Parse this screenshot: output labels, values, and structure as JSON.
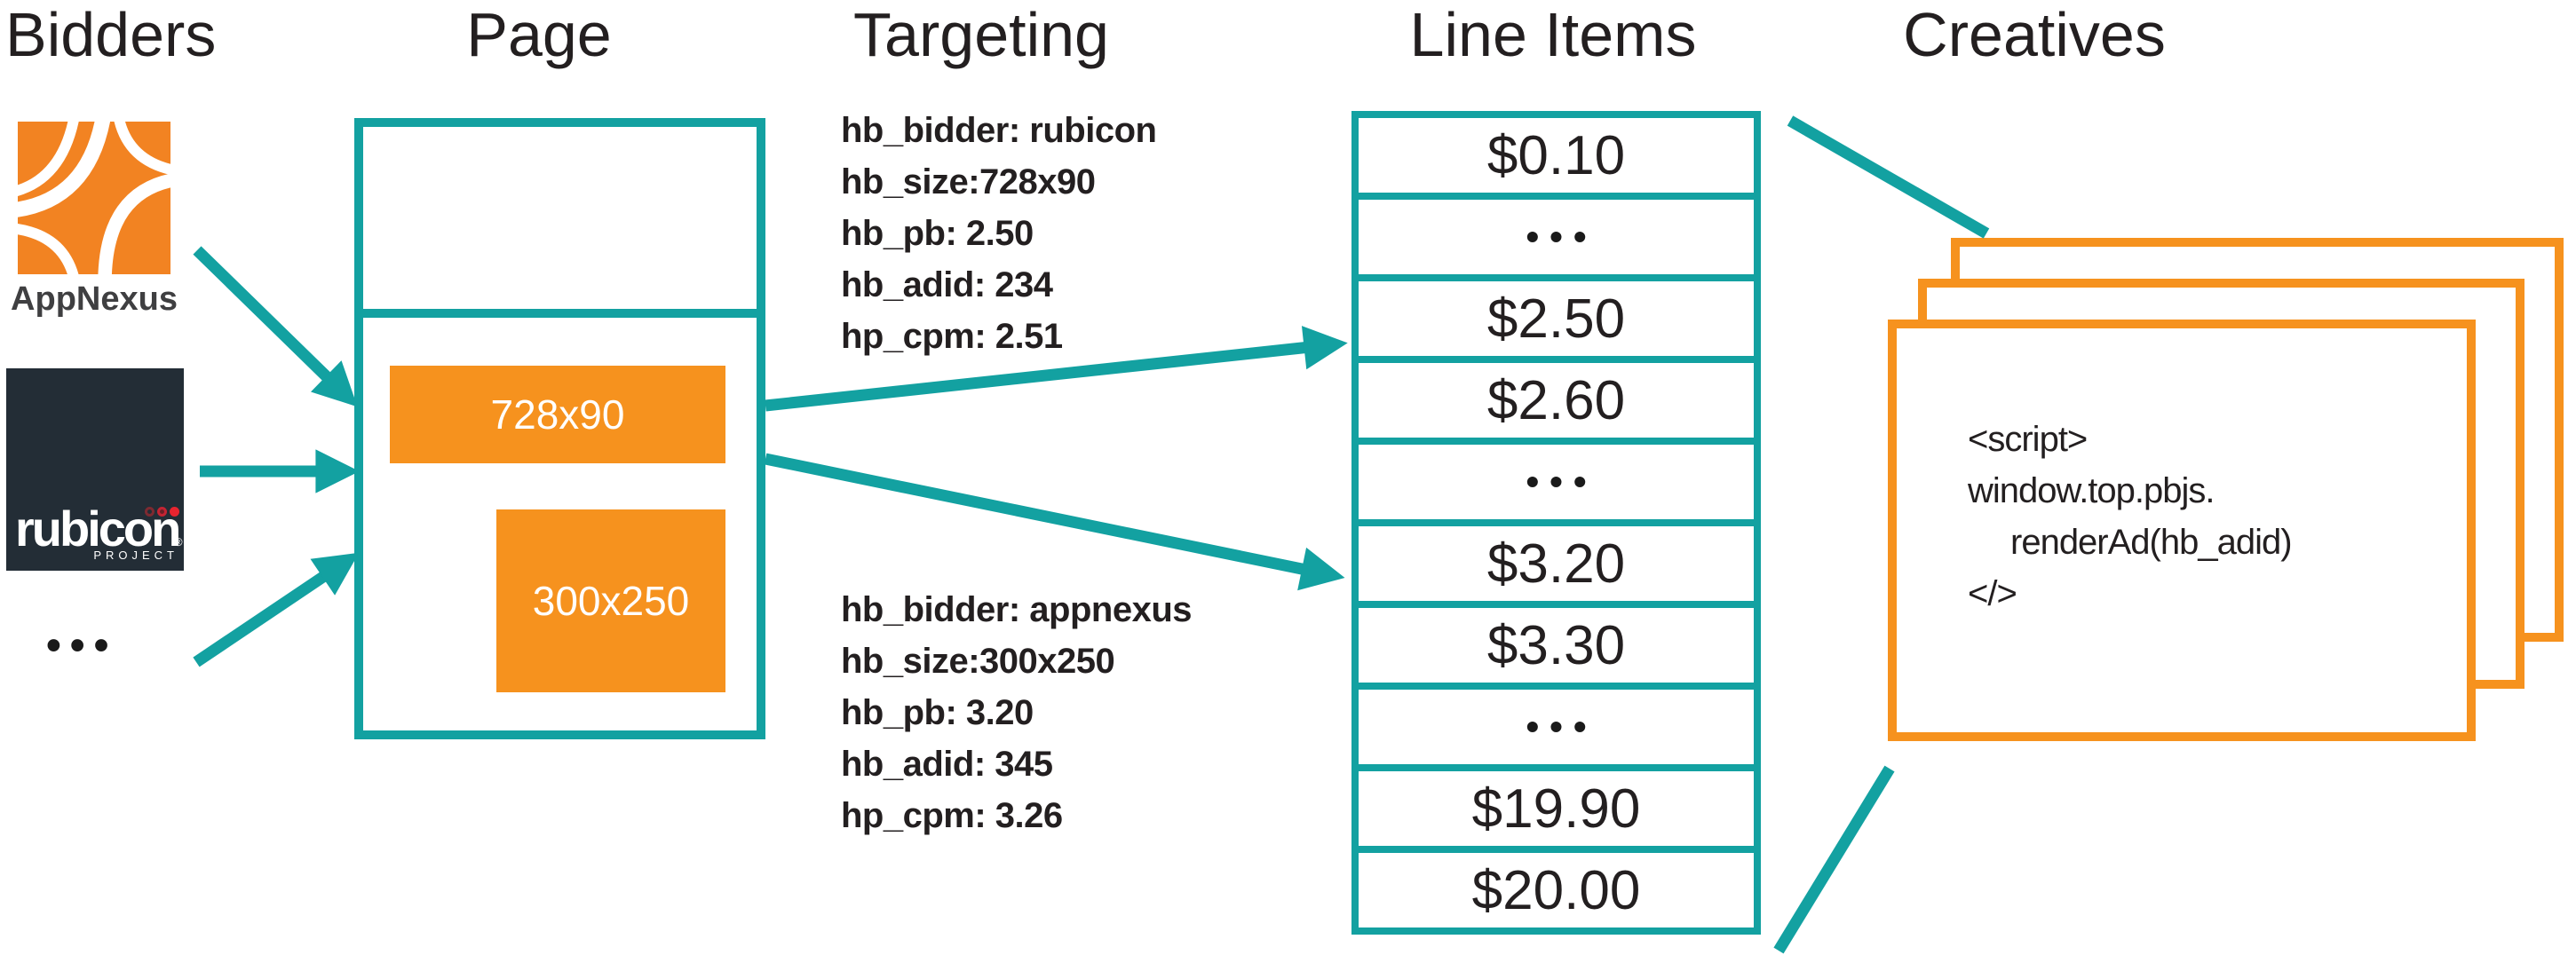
{
  "titles": {
    "bidders": "Bidders",
    "page": "Page",
    "targeting": "Targeting",
    "line_items": "Line Items",
    "creatives": "Creatives"
  },
  "bidders": {
    "appnexus_label": "AppNexus",
    "rubicon_wordmark": "rubicon",
    "rubicon_project": "PROJECT",
    "rubicon_reg": "®",
    "more_bidders_ellipsis": "•••"
  },
  "page": {
    "leaderboard_slot": "728x90",
    "medium_rectangle_slot": "300x250"
  },
  "targeting": {
    "rubicon_lines": [
      "hb_bidder: rubicon",
      "hb_size:728x90",
      "hb_pb: 2.50",
      "hb_adid: 234",
      "hp_cpm: 2.51"
    ],
    "appnexus_lines": [
      "hb_bidder: appnexus",
      "hb_size:300x250",
      "hb_pb: 3.20",
      "hb_adid: 345",
      "hp_cpm: 3.26"
    ]
  },
  "line_items": {
    "rows": [
      "$0.10",
      "•••",
      "$2.50",
      "$2.60",
      "•••",
      "$3.20",
      "$3.30",
      "•••",
      "$19.90",
      "$20.00"
    ]
  },
  "creatives": {
    "script_lines": [
      "<script>",
      "window.top.pbjs.",
      "renderAd(hb_adid)",
      "</>"
    ]
  },
  "colors": {
    "teal": "#13A1A1",
    "orange": "#F6921E",
    "navy": "#232D36",
    "ink": "#231F20"
  }
}
